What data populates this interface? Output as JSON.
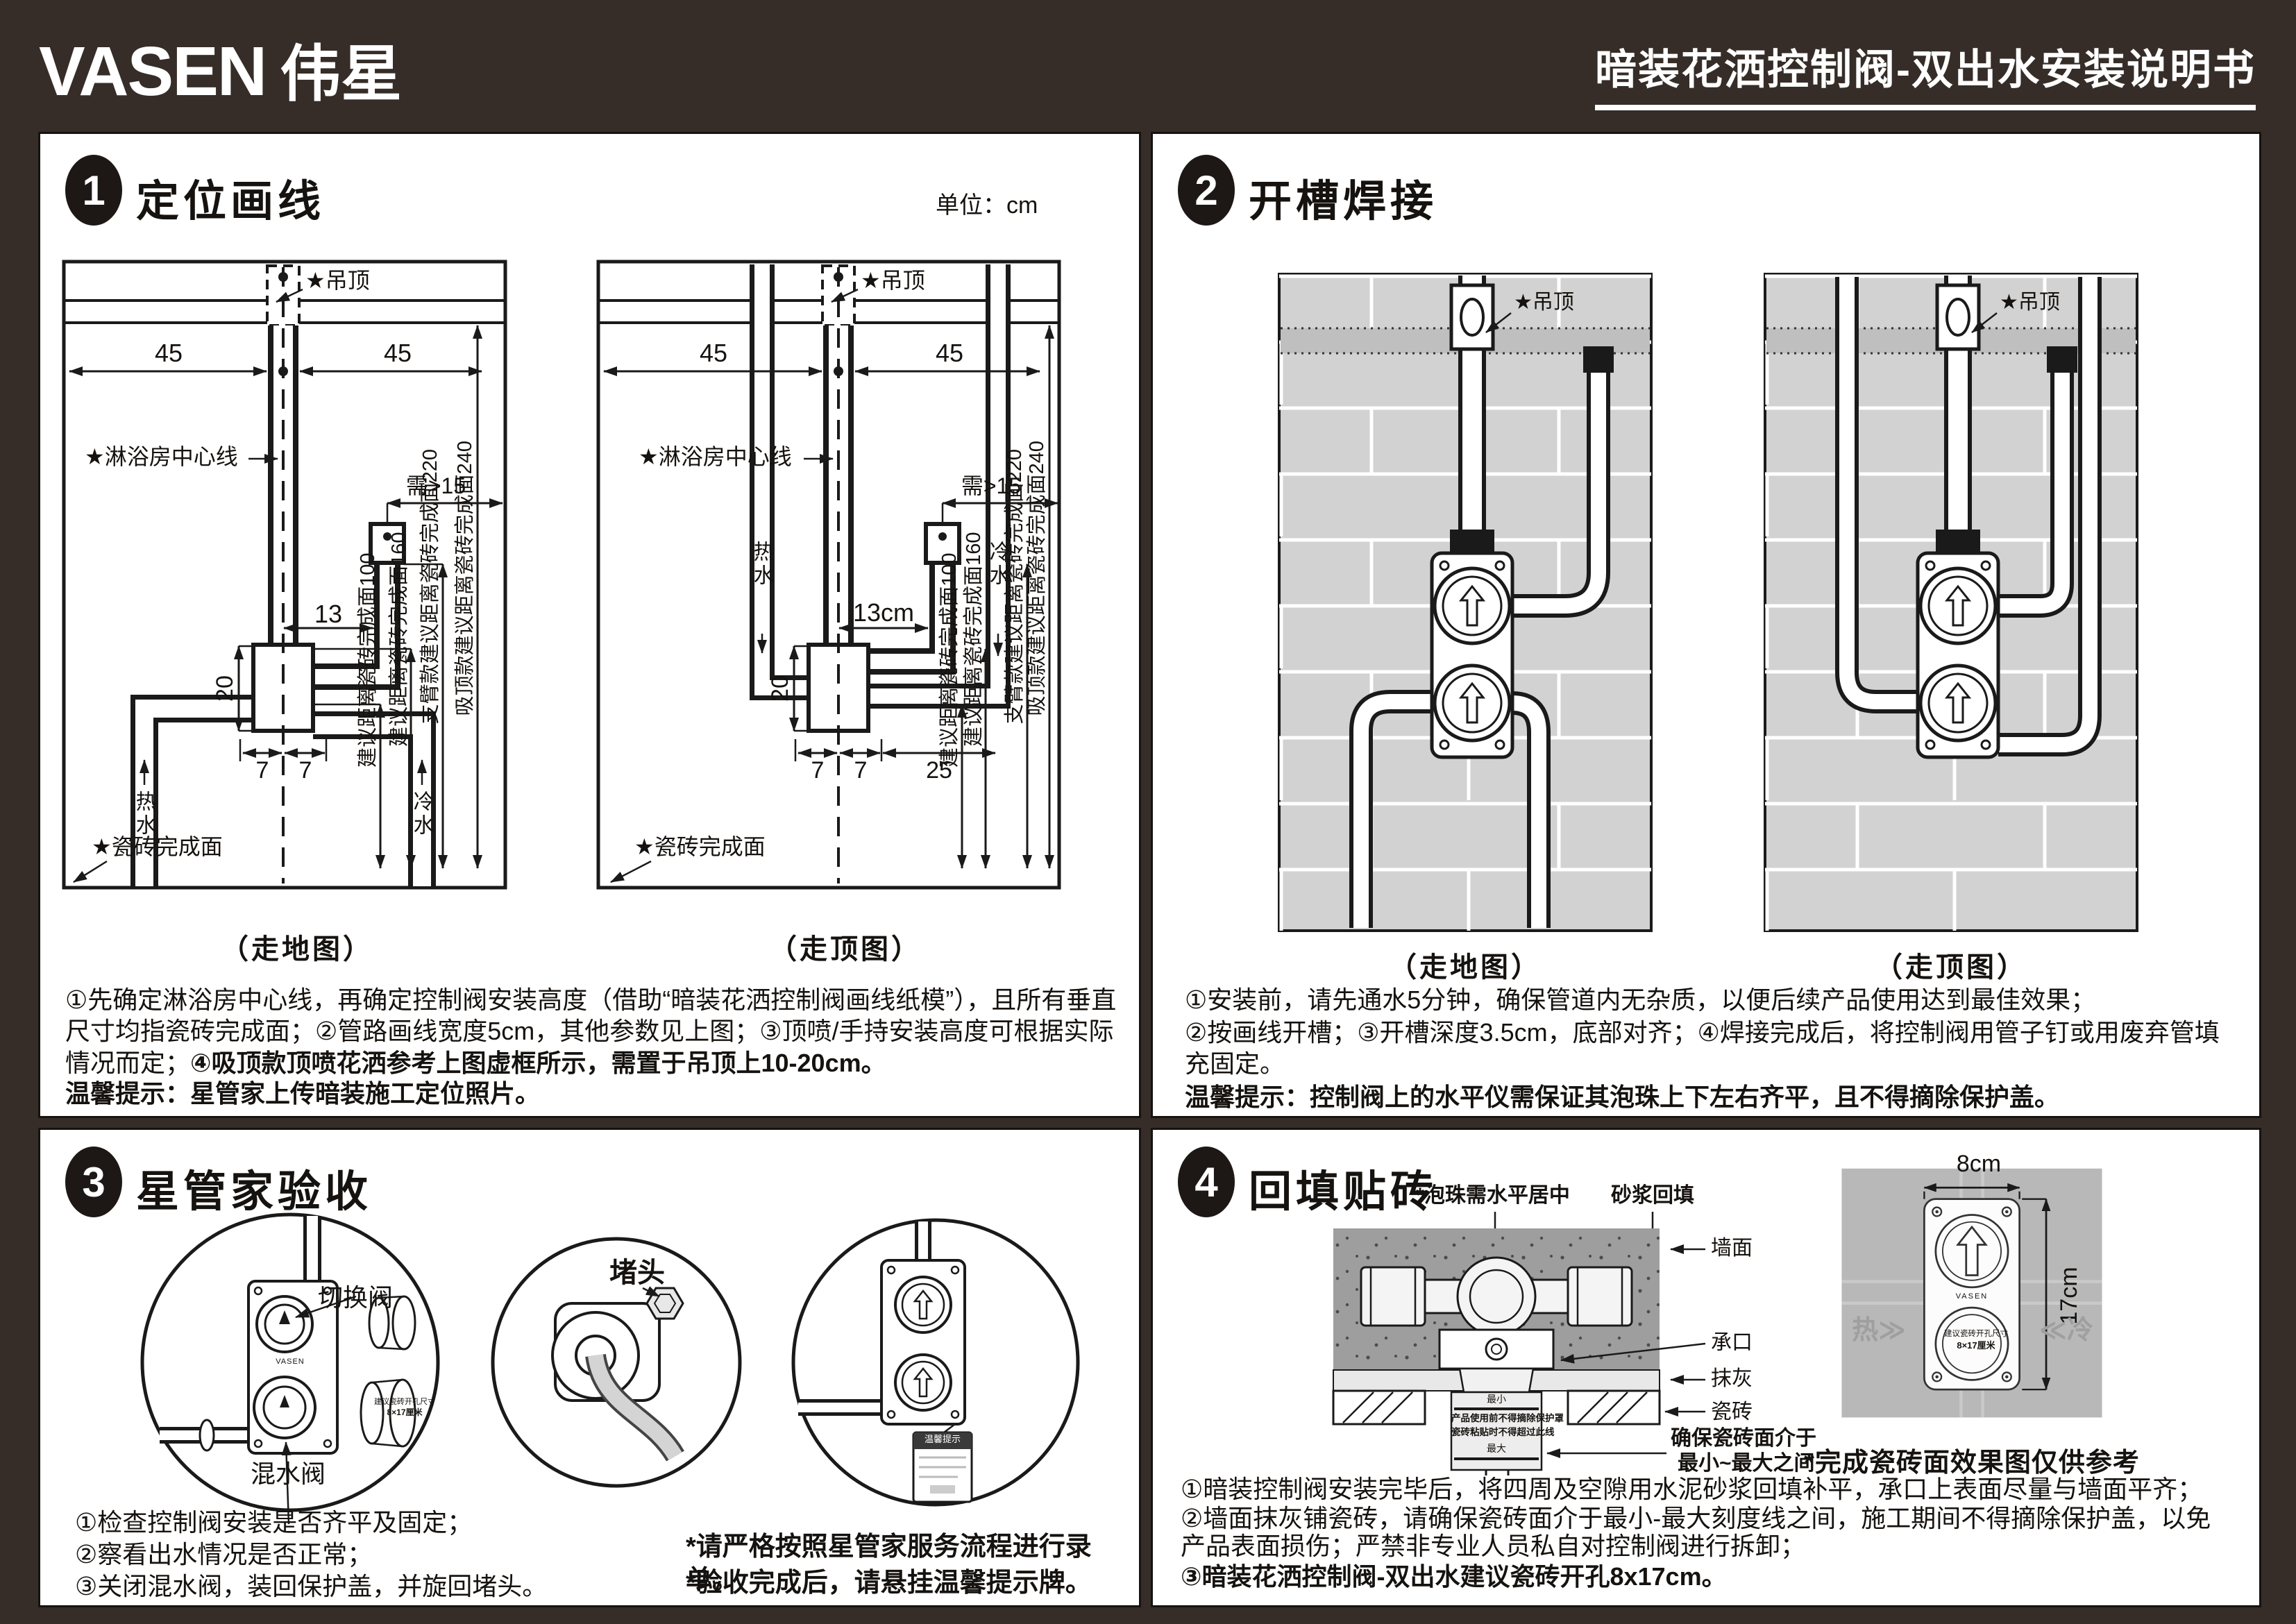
{
  "colors": {
    "page_bg": "#362d28",
    "panel_bg": "#ffffff",
    "ink": "#15120f",
    "wall_gray": "#d2d2d2",
    "band_gray": "#bfbfbf",
    "mortar_gray": "#9e9e9e",
    "tile_gray": "#b8b8b8"
  },
  "header": {
    "logo_en": "VASEN",
    "logo_cn": "伟星",
    "title": "暗装花洒控制阀-双出水安装说明书"
  },
  "common": {
    "ceiling": "★吊顶",
    "centerline": "★淋浴房中心线",
    "tile_surface": "★瓷砖完成面",
    "hot": "热水",
    "cold": "冷水",
    "need15": "需>15"
  },
  "s1": {
    "badge": "1",
    "title": "定位画线",
    "unit": "单位：cm",
    "dims": {
      "d45": "45",
      "d13": "13",
      "d13cm": "13cm",
      "d20": "20",
      "d7": "7",
      "d25": "25"
    },
    "vdims": {
      "v100": "建议距离瓷砖完成面100",
      "v160": "建议距离瓷砖完成面160",
      "v220": "支臂款建议距离瓷砖完成面220",
      "v240": "吸顶款建议距离瓷砖完成面240"
    },
    "figA_caption": "（走地图）",
    "figB_caption": "（走顶图）",
    "steps": "①先确定淋浴房中心线，再确定控制阀安装高度（借助“暗装花洒控制阀画线纸模”），且所有垂直尺寸均指瓷砖完成面；②管路画线宽度5cm，其他参数见上图；③顶喷/手持安装高度可根据实际情况而定；",
    "steps_bold": "④吸顶款顶喷花洒参考上图虚框所示，需置于吊顶上10-20cm。",
    "tip": "温馨提示：星管家上传暗装施工定位照片。"
  },
  "s2": {
    "badge": "2",
    "title": "开槽焊接",
    "figA_caption": "（走地图）",
    "figB_caption": "（走顶图）",
    "steps_1": "①安装前，请先通水5分钟，确保管道内无杂质，以便后续产品使用达到最佳效果；",
    "steps_2": "②按画线开槽；③开槽深度3.5cm，底部对齐；④焊接完成后，将控制阀用管子钉或用废弃管填充固定。",
    "tip": "温馨提示：控制阀上的水平仪需保证其泡珠上下左右齐平，且不得摘除保护盖。"
  },
  "s3": {
    "badge": "3",
    "title": "星管家验收",
    "switch_valve": "切换阀",
    "mix_valve": "混水阀",
    "plug": "堵头",
    "brand": "VASEN",
    "knob_line1": "建议瓷砖开孔尺寸",
    "knob_line2": "8×17厘米",
    "tag_title": "温馨提示",
    "steps": [
      "①检查控制阀安装是否齐平及固定；",
      "②察看出水情况是否正常；",
      "③关闭混水阀，装回保护盖，并旋回堵头。"
    ],
    "notes": [
      "*请严格按照星管家服务流程进行录单。",
      "*验收完成后，请悬挂温馨提示牌。"
    ]
  },
  "s4": {
    "badge": "4",
    "title": "回填贴砖",
    "cross": {
      "bubble": "*泡珠需水平居中",
      "mortar": "砂浆回填",
      "wall": "墙面",
      "socket": "承口",
      "plaster": "抹灰",
      "tile": "瓷砖",
      "ensure1": "确保瓷砖面介于",
      "ensure2": "最小~最大之间",
      "cover_min": "最小",
      "cover_max": "最大",
      "cover_t1": "产品使用前不得摘除保护罩",
      "cover_t2": "瓷砖粘贴时不得超过此线"
    },
    "finish": {
      "dim_w": "8cm",
      "dim_h": "17cm",
      "brand": "VASEN",
      "hot_mark": "热≫",
      "cold_mark": "≪冷",
      "caption": "*完成瓷砖面效果图仅供参考"
    },
    "steps_1": "①暗装控制阀安装完毕后，将四周及空隙用水泥砂浆回填补平，承口上表面尽量与墙面平齐；",
    "steps_2": "②墙面抹灰铺瓷砖，请确保瓷砖面介于最小-最大刻度线之间，施工期间不得摘除保护盖，以免产品表面损伤；严禁非专业人员私自对控制阀进行拆卸；",
    "steps_3": "③暗装花洒控制阀-双出水建议瓷砖开孔8x17cm。"
  }
}
